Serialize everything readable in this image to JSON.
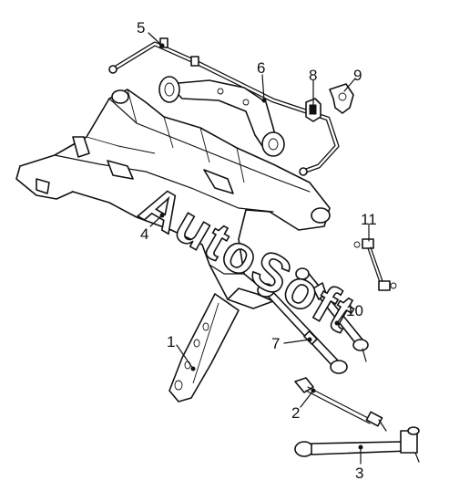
{
  "callouts": {
    "c1": "1",
    "c2": "2",
    "c3": "3",
    "c4": "4",
    "c5": "5",
    "c6": "6",
    "c7": "7",
    "c8": "8",
    "c9": "9",
    "c10": "10",
    "c11": "11"
  },
  "watermark": {
    "text": "AutoSoft"
  },
  "colors": {
    "ink": "#111111",
    "paper": "#ffffff"
  }
}
